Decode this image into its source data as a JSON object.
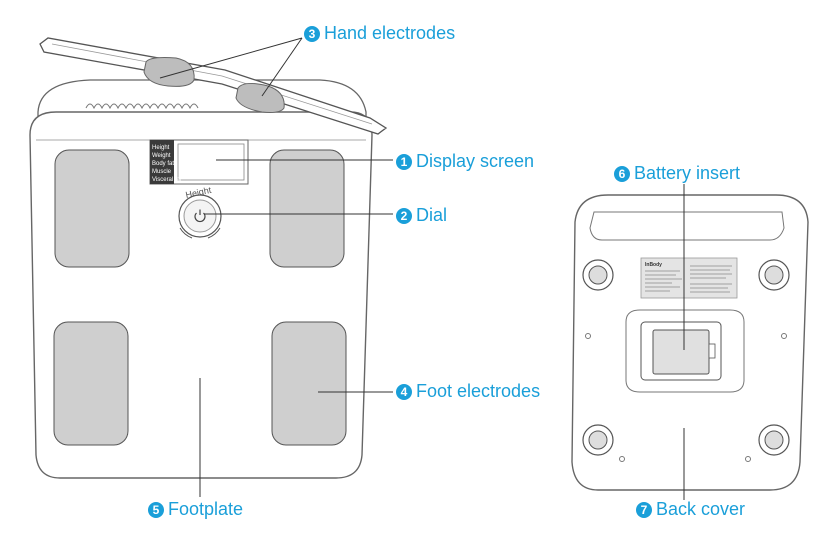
{
  "accent_color": "#1a9fd9",
  "callouts": [
    {
      "number": "3",
      "label": "Hand electrodes"
    },
    {
      "number": "1",
      "label": "Display screen"
    },
    {
      "number": "2",
      "label": "Dial"
    },
    {
      "number": "4",
      "label": "Foot electrodes"
    },
    {
      "number": "5",
      "label": "Footplate"
    },
    {
      "number": "6",
      "label": "Battery insert"
    },
    {
      "number": "7",
      "label": "Back cover"
    }
  ],
  "display_panel": {
    "rows": [
      "Height",
      "Weight",
      "Body fat",
      "Muscle",
      "Visceral fat"
    ]
  },
  "dial": {
    "label": "Height",
    "icon": "power-icon"
  },
  "back_label": {
    "brand": "InBody"
  }
}
